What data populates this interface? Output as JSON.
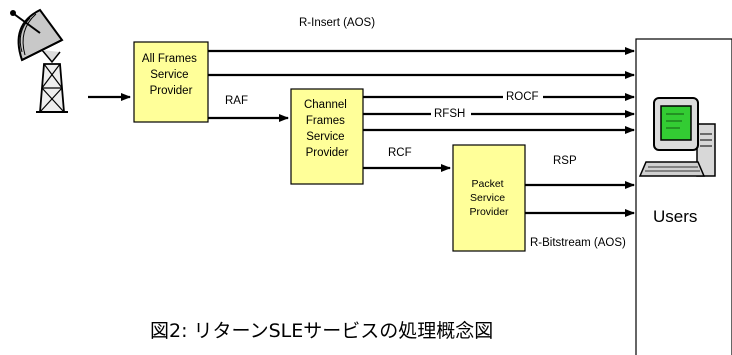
{
  "boxes": {
    "all_frames": [
      "All Frames",
      "Service",
      "Provider"
    ],
    "channel_frames": [
      "Channel",
      "Frames",
      "Service",
      "Provider"
    ],
    "packet": [
      "Packet",
      "Service",
      "Provider"
    ]
  },
  "flows": {
    "r_insert": "R-Insert (AOS)",
    "raf": "RAF",
    "rocf": "ROCF",
    "rfsh": "RFSH",
    "rcf": "RCF",
    "rsp": "RSP",
    "r_bitstream": "R-Bitstream (AOS)"
  },
  "users_label": "Users",
  "caption": "図2: リターンSLEサービスの処理概念図",
  "icons": {
    "antenna": "satellite-dish-icon",
    "users": "computer-terminal-icon"
  }
}
